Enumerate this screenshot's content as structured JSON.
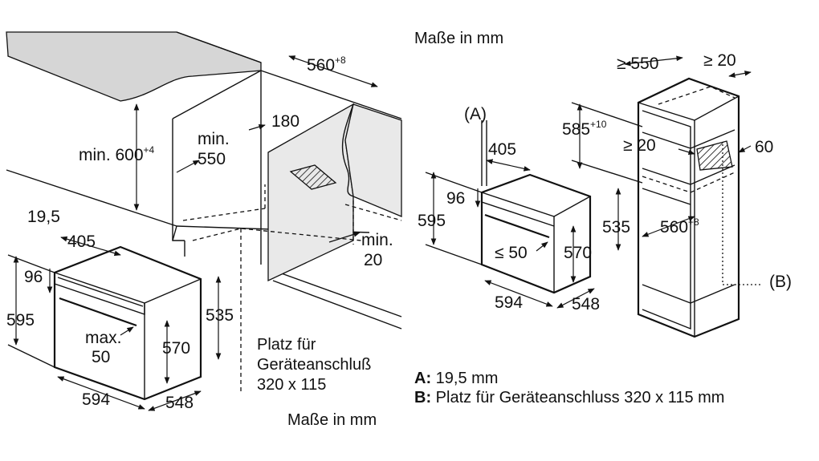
{
  "left": {
    "units_label": "Maße in mm",
    "dims": {
      "depth": "560",
      "depth_sup": "+8",
      "niche_height": "min. 600",
      "niche_height_sup": "+4",
      "niche_depth_l1": "min.",
      "niche_depth_l2": "550",
      "d180": "180",
      "gap_l1": "min.",
      "gap_l2": "20",
      "a": "19,5",
      "front_w": "405",
      "front_h": "96",
      "total_h": "595",
      "body_h": "535",
      "inner_h": "570",
      "max_l1": "max.",
      "max_l2": "50",
      "width": "594",
      "depth2": "548"
    },
    "connection_note": [
      "Platz für",
      "Geräteanschluß",
      "320 x 115"
    ]
  },
  "right": {
    "units_label": "Maße in mm",
    "callout_a": "(A)",
    "callout_b": "(B)",
    "dims": {
      "cab_w": "≥ 550",
      "side": "≥ 20",
      "top_gap": "585",
      "top_gap_sup": "+10",
      "inner_gap": "≥ 20",
      "back": "60",
      "cab_d": "560",
      "cab_d_sup": "+8",
      "front_w": "405",
      "front_h": "96",
      "total_h": "595",
      "body_h": "535",
      "le50": "≤ 50",
      "inner_h": "570",
      "width": "594",
      "depth2": "548"
    },
    "legend": [
      {
        "key": "A:",
        "text": " 19,5 mm"
      },
      {
        "key": "B:",
        "text": " Platz für Geräteanschluss 320 x 115 mm"
      }
    ]
  }
}
